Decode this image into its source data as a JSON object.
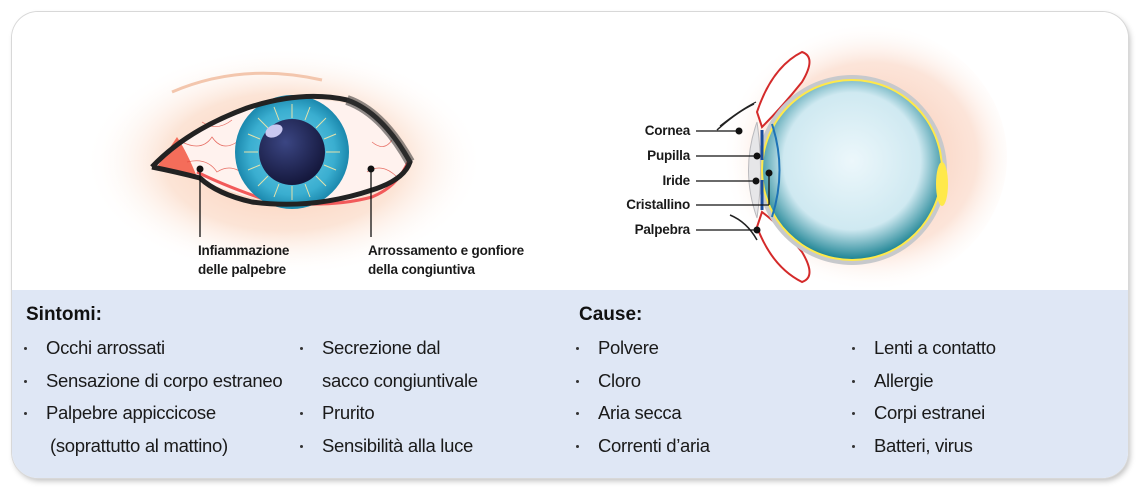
{
  "diagram": {
    "front_view": {
      "callouts": [
        {
          "id": "eyelid-inflammation",
          "lines": [
            "Infiammazione",
            "delle palpebre"
          ]
        },
        {
          "id": "conjunctiva-redness",
          "lines": [
            "Arrossamento e gonfiore",
            "della congiuntiva"
          ]
        }
      ]
    },
    "side_view": {
      "labels": [
        "Cornea",
        "Pupilla",
        "Iride",
        "Cristallino",
        "Palpebra"
      ]
    },
    "colors": {
      "panel_background": "#dfe7f5",
      "skin": "#fbd9c4",
      "iris": "#3aaed0",
      "pupil": "#1f2450",
      "eyeball": "#d4edf4",
      "eyelid_outline": "#d42a2a",
      "sclera_red": "#f46d5a"
    }
  },
  "symptoms": {
    "title": "Sintomi:",
    "column1": [
      {
        "text": "Occhi arrossati",
        "bullet": true
      },
      {
        "text": "Sensazione di corpo estraneo",
        "bullet": true
      },
      {
        "text": "Palpebre appiccicose",
        "bullet": true
      },
      {
        "text": "(soprattutto al mattino)",
        "bullet": false
      }
    ],
    "column2": [
      {
        "text": "Secrezione dal",
        "bullet": true
      },
      {
        "text": "sacco congiuntivale",
        "bullet": false
      },
      {
        "text": "Prurito",
        "bullet": true
      },
      {
        "text": "Sensibilità alla luce",
        "bullet": true
      }
    ]
  },
  "causes": {
    "title": "Cause:",
    "column1": [
      {
        "text": "Polvere",
        "bullet": true
      },
      {
        "text": "Cloro",
        "bullet": true
      },
      {
        "text": "Aria secca",
        "bullet": true
      },
      {
        "text": "Correnti d’aria",
        "bullet": true
      }
    ],
    "column2": [
      {
        "text": "Lenti a contatto",
        "bullet": true
      },
      {
        "text": "Allergie",
        "bullet": true
      },
      {
        "text": "Corpi estranei",
        "bullet": true
      },
      {
        "text": "Batteri, virus",
        "bullet": true
      }
    ]
  }
}
